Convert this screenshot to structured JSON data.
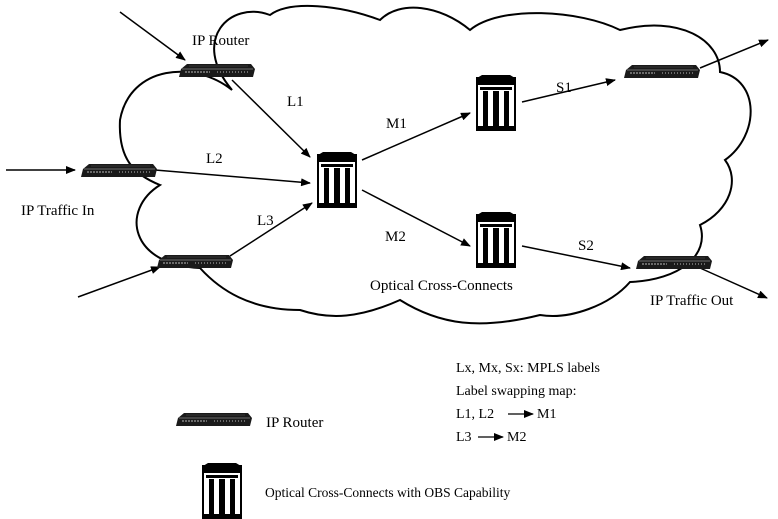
{
  "labels": {
    "ip_router_top": "IP Router",
    "ip_traffic_in": "IP Traffic In",
    "ip_traffic_out": "IP Traffic Out",
    "optical_cross_connects": "Optical Cross-Connects",
    "link_l1": "L1",
    "link_l2": "L2",
    "link_l3": "L3",
    "link_m1": "M1",
    "link_m2": "M2",
    "link_s1": "S1",
    "link_s2": "S2"
  },
  "notes": {
    "line1": "Lx, Mx, Sx: MPLS labels",
    "line2": "Label swapping map:",
    "line3_left": "L1, L2",
    "line3_right": "M1",
    "line4_left": "L3",
    "line4_right": "M2"
  },
  "legend": {
    "router_label": "IP Router",
    "oxc_label": "Optical Cross-Connects with OBS Capability"
  },
  "icons": {
    "router": "ip-router-icon",
    "oxc": "optical-cross-connect-icon"
  }
}
